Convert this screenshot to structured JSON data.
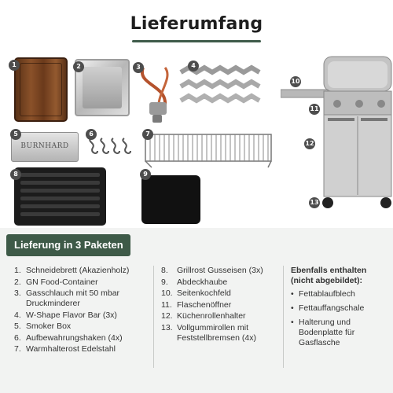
{
  "title": "Lieferumfang",
  "badges": [
    "1",
    "2",
    "3",
    "4",
    "5",
    "6",
    "7",
    "8",
    "9",
    "10",
    "11",
    "12",
    "13"
  ],
  "smoker_box_label": "BURNHARD",
  "delivery": {
    "heading": "Lieferung in 3 Paketen",
    "column1": [
      {
        "num": "1.",
        "text": "Schneidebrett (Akazienholz)"
      },
      {
        "num": "2.",
        "text": "GN Food-Container"
      },
      {
        "num": "3.",
        "text": "Gasschlauch mit 50 mbar Druckminderer"
      },
      {
        "num": "4.",
        "text": "W-Shape Flavor Bar (3x)"
      },
      {
        "num": "5.",
        "text": "Smoker Box"
      },
      {
        "num": "6.",
        "text": "Aufbewahrungshaken (4x)"
      },
      {
        "num": "7.",
        "text": "Warmhalterost Edelstahl"
      }
    ],
    "column2": [
      {
        "num": "8.",
        "text": "Grillrost Gusseisen (3x)"
      },
      {
        "num": "9.",
        "text": "Abdeckhaube"
      },
      {
        "num": "10.",
        "text": "Seitenkochfeld"
      },
      {
        "num": "11.",
        "text": "Flaschenöffner"
      },
      {
        "num": "12.",
        "text": "Küchenrollenhalter"
      },
      {
        "num": "13.",
        "text": "Vollgummirollen mit Feststellbremsen (4x)"
      }
    ]
  },
  "extras": {
    "heading": "Ebenfalls enthalten (nicht abgebildet):",
    "items": [
      "Fettablaufblech",
      "Fettauffangschale",
      "Halterung und Bodenplatte für Gasflasche"
    ]
  }
}
